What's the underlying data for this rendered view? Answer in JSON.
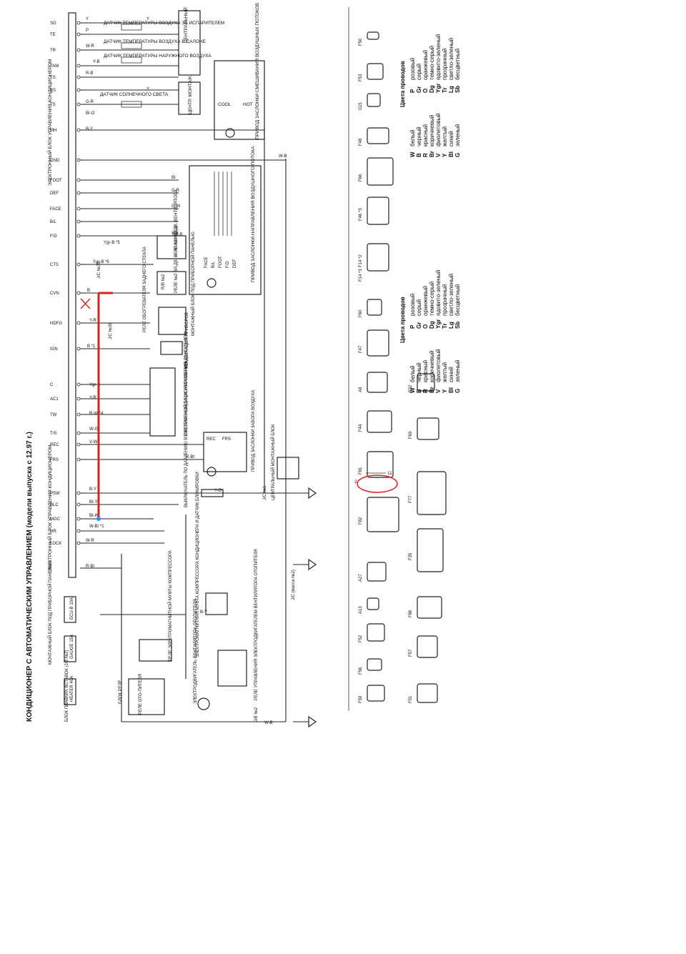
{
  "title": "КОНДИЦИОНЕР С АВТОМАТИЧЕСКИМ УПРАВЛЕНИЕМ (модели выпуска с 12.97 г.)",
  "ecu_label": "ЭЛЕКТРОННЫЙ БЛОК УПРАВЛЕНИЯ КОНДИЦИОНЕРОМ",
  "ecu_pins_top": [
    "SG",
    "TE",
    "TR",
    "TAM",
    "TS",
    "SS",
    "TS",
    "MH",
    "GND",
    "FOOT",
    "DEF",
    "FACE",
    "B/L",
    "F/D",
    "CTS",
    "CVN",
    "HDFG",
    "IGN",
    "C",
    "AC1",
    "TW",
    "T/S",
    "REC",
    "FRS",
    "PSW",
    "BLC",
    "MGC",
    "HR",
    "LOCK"
  ],
  "wire_labels_top": [
    "Y",
    "P",
    "W-R",
    "Y-B",
    "R-B",
    "Y",
    "Y",
    "G-R",
    "BI-O",
    "B-Y",
    "W-B",
    "BI",
    "G-R",
    "G-W",
    "Y-R",
    "Ygr-R",
    "Ygr-B *5",
    "Ygr-B *6",
    "B",
    "Y-R",
    "B *1",
    "Y-G",
    "Ygr-B",
    "Y-R",
    "R-W *4",
    "W-G",
    "V-W",
    "R-BI",
    "B-Y",
    "BI-Y",
    "BI-W",
    "W-BI *1",
    "W-R",
    "R-BI",
    "B-Y",
    "W-B"
  ],
  "components": [
    "ДАТЧИК ТЕМПЕРАТУРЫ ВОЗДУХА ЗА ИСПАРИТЕЛЕМ",
    "ДАТЧИК ТЕМПЕРАТУРЫ ВОЗДУХА В САЛОНЕ",
    "ДАТЧИК ТЕМПЕРАТУРЫ НАРУЖНОГО ВОЗДУХА",
    "ДАТЧИК СОЛНЕЧНОГО СВЕТА",
    "ЦЕНТРАЛЬНЫЙ МОНТАЖНЫЙ БЛОК",
    "ПРИВОД ЗАСЛОНКИ СМЕШИВАНИЯ ВОЗДУШНЫХ ПОТОКОВ",
    "ПРИВОД ЗАСЛОНКИ НАПРАВЛЕНИЯ ВОЗДУШНОГО ПОТОКА",
    "РЕЛЕ №1 ЭЛ.ДВ. ВЕНТИЛЯТОРА",
    "РЕЛЕ №2 ЭЛ.ДВ. ВЕНТИЛЯТОРА",
    "РЕЛЕ ОБОГРЕВАТЕЛЯ ЗАДНЕГО СТЕКЛА",
    "МОНТАЖНЫЙ БЛОК ПОД ПРИБОРНОЙ ПАНЕЛЬЮ",
    "КОМБИНАЦИЯ ПРИБОРОВ",
    "ЭЛЕКТРОННЫЙ БЛОК УПРАВЛЕНИЯ ДВИГАТЕЛЕМ",
    "ПРИВОД ЗАСЛОНКИ ЗАБОРА ВОЗДУХА",
    "ВЫКЛЮЧАТЕЛЬ ПО ДАВЛЕНИЮ В СИСТЕМЕ КОНДИЦИОНИРОВАНИЯ",
    "ЭЛЕКТРОМАГНИТНАЯ МУФТА КОМПРЕССОРА КОНДИЦИОНЕРА И ДАТЧИК БЛОКИРОВКИ",
    "РЕЛЕ ЭЛЕКТРОМАГНИТНОЙ МУФТЫ КОМПРЕССОРА",
    "БЛОК РЕЛЕ",
    "РЕЛЕ ОТО-ПИТЕЛЯ",
    "ЭЛЕКТРОДВИГАТЕЛЬ ВЕНТИЛЯТОРА ОТОПИТЕЛЯ",
    "РЕЛЕ УПРАВЛЕНИЯ ЭЛЕКТРОДВИГАТЕЛЕМ ВЕНТИЛЯТОРА ОТОПИТЕЛЯ",
    "БЛОК ПЛАВКИХ ВСТАВОК (J/B №2)",
    "МОНТАЖНЫЙ БЛОК ПОД ПРИБОРНОЙ ПАНЕЛЬЮ"
  ],
  "fuses": [
    "ECU-B 10A",
    "GAUGE 15A",
    "HEATER 40A"
  ],
  "flap_labels": {
    "cool": "COOL",
    "hot": "HOT",
    "modes": [
      "FACE",
      "B/L",
      "FOOT",
      "F/D",
      "DEF"
    ],
    "intake": [
      "REC",
      "FRS"
    ]
  },
  "junctions": [
    "J/C №39",
    "J/C №38",
    "J/C №1",
    "J/C (масса №2)",
    "J/B №2",
    "R/B №2"
  ],
  "connectors": [
    "F50",
    "F53",
    "G21",
    "F48",
    "F66",
    "F46 *3",
    "F14 *2",
    "F14 *3",
    "F60",
    "F47",
    "A8",
    "F32",
    "F44",
    "F69",
    "F81",
    "F77",
    "F82",
    "F35",
    "A27",
    "A13",
    "F86",
    "F52",
    "F56",
    "F57",
    "F59",
    "F91"
  ],
  "callout": {
    "left": "2",
    "right": "11"
  },
  "legend": {
    "title": "Цвета проводов",
    "left": [
      [
        "W",
        "белый"
      ],
      [
        "B",
        "черный"
      ],
      [
        "R",
        "красный"
      ],
      [
        "Br",
        "коричневый"
      ],
      [
        "V",
        "фиолетовый"
      ],
      [
        "Y",
        "желтый"
      ],
      [
        "Bl",
        "синий"
      ],
      [
        "G",
        "зеленый"
      ]
    ],
    "right": [
      [
        "P",
        "розовый"
      ],
      [
        "Gr",
        "серый"
      ],
      [
        "O",
        "оранжевый"
      ],
      [
        "Dg",
        "темно-серый"
      ],
      [
        "Ygr",
        "ядовито-зеленый"
      ],
      [
        "Tr",
        "прозрачный"
      ],
      [
        "Lg",
        "светло-зеленый"
      ],
      [
        "Sb",
        "бесцветный"
      ]
    ]
  },
  "highlight_color": "#e0201e",
  "marker_color": "#1e90ff"
}
